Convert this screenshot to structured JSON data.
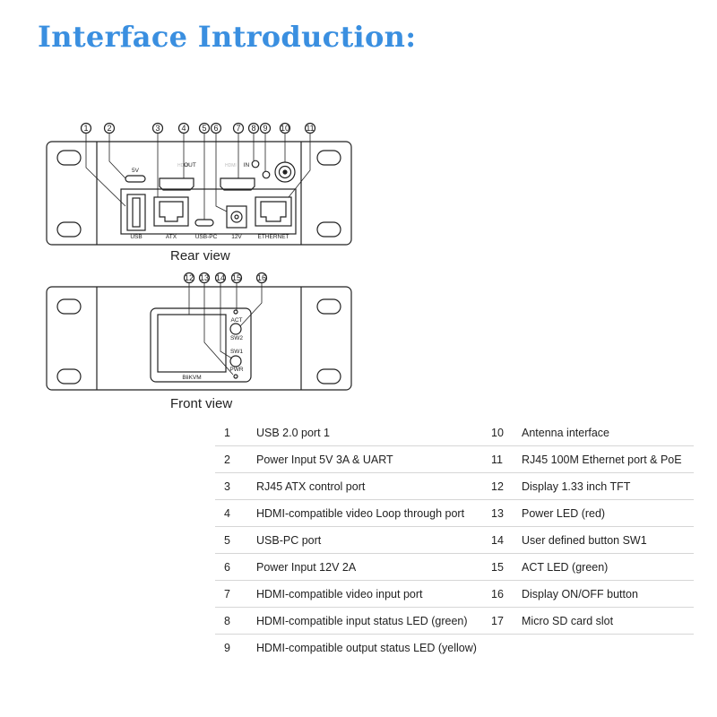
{
  "title": "Interface Introduction:",
  "rear_view": {
    "caption": "Rear view",
    "port_labels": {
      "usb": "USB",
      "v5": "5V",
      "atx": "ATX",
      "hdmi_out": "OUT",
      "usb_pc": "USB-PC",
      "v12": "12V",
      "hdmi_in": "IN",
      "ethernet": "ETHERNET"
    },
    "callouts": [
      "1",
      "2",
      "3",
      "4",
      "5",
      "6",
      "7",
      "8",
      "9",
      "10",
      "11"
    ]
  },
  "front_view": {
    "caption": "Front view",
    "device_labels": {
      "act": "ACT",
      "sw2": "SW2",
      "sw1": "SW1",
      "pwr": "PWR",
      "brand": "BliKVM"
    },
    "callouts": [
      "12",
      "13",
      "14",
      "15",
      "16"
    ]
  },
  "legend": {
    "rows": [
      {
        "left_num": "1",
        "left_text": "USB 2.0 port 1",
        "right_num": "10",
        "right_text": "Antenna interface"
      },
      {
        "left_num": "2",
        "left_text": "Power Input 5V 3A & UART",
        "right_num": "11",
        "right_text": "RJ45 100M Ethernet port & PoE"
      },
      {
        "left_num": "3",
        "left_text": "RJ45 ATX control port",
        "right_num": "12",
        "right_text": "Display 1.33 inch TFT"
      },
      {
        "left_num": "4",
        "left_text": "HDMI-compatible video Loop through port",
        "right_num": "13",
        "right_text": "Power LED (red)"
      },
      {
        "left_num": "5",
        "left_text": "USB-PC port",
        "right_num": "14",
        "right_text": "User defined button SW1"
      },
      {
        "left_num": "6",
        "left_text": "Power Input 12V 2A",
        "right_num": "15",
        "right_text": "ACT LED (green)"
      },
      {
        "left_num": "7",
        "left_text": "HDMI-compatible video input port",
        "right_num": "16",
        "right_text": "Display ON/OFF button"
      },
      {
        "left_num": "8",
        "left_text": "HDMI-compatible input status LED (green)",
        "right_num": "17",
        "right_text": "Micro SD card slot"
      },
      {
        "left_num": "9",
        "left_text": "HDMI-compatible output status LED (yellow)",
        "right_num": "",
        "right_text": ""
      }
    ]
  }
}
